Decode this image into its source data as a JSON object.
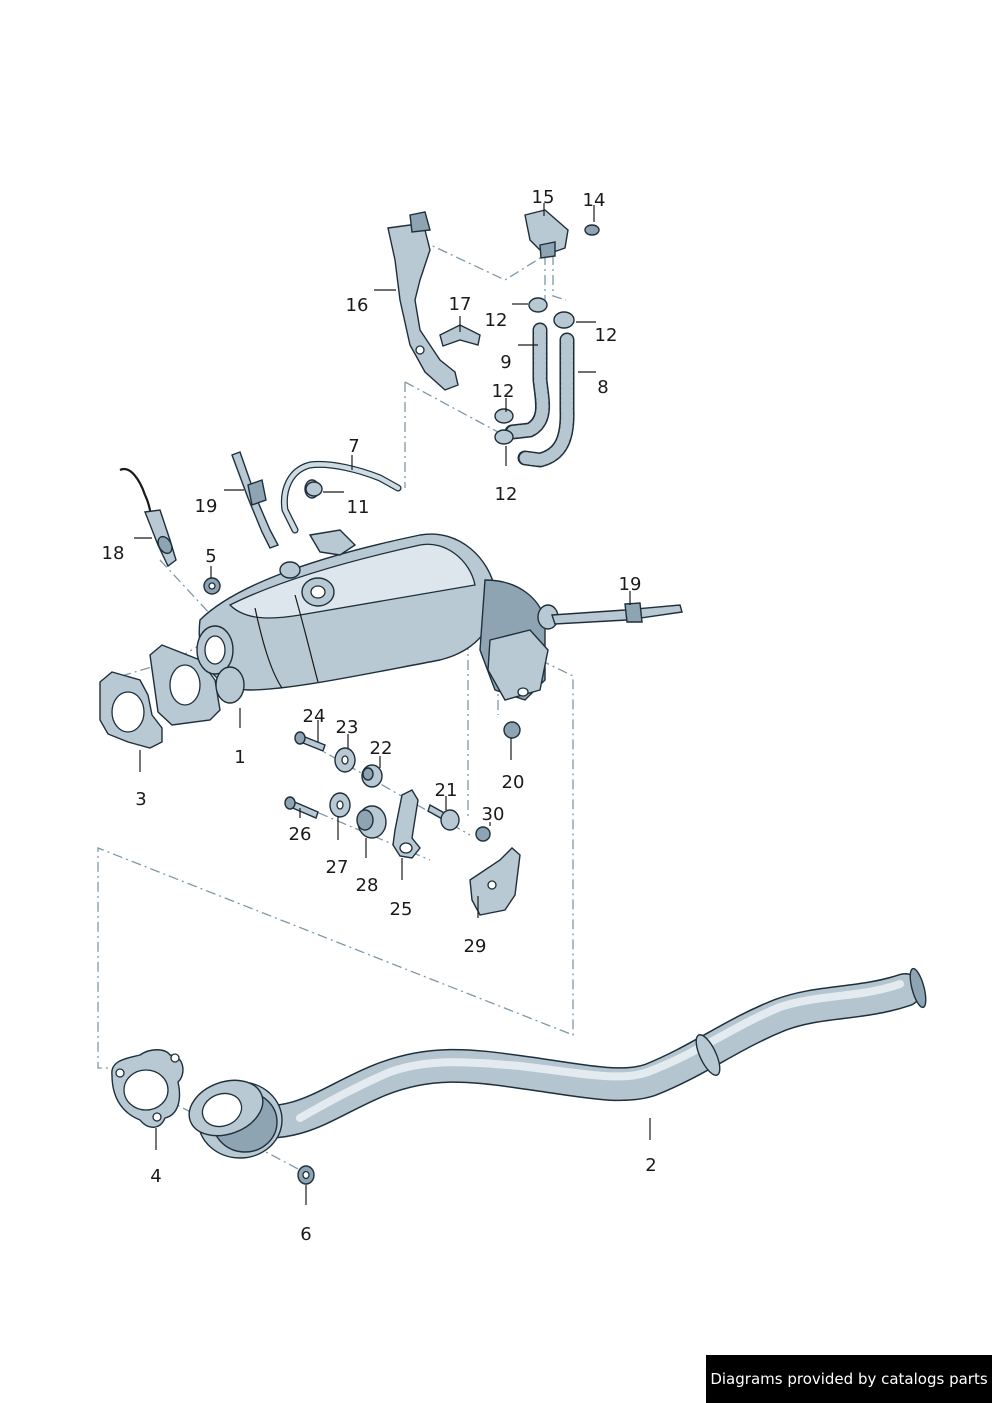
{
  "footer": {
    "text": "Diagrams provided by catalogs parts"
  },
  "callouts": [
    {
      "id": "c1",
      "label": "1"
    },
    {
      "id": "c2",
      "label": "2"
    },
    {
      "id": "c3",
      "label": "3"
    },
    {
      "id": "c4",
      "label": "4"
    },
    {
      "id": "c5",
      "label": "5"
    },
    {
      "id": "c6",
      "label": "6"
    },
    {
      "id": "c7",
      "label": "7"
    },
    {
      "id": "c8",
      "label": "8"
    },
    {
      "id": "c9",
      "label": "9"
    },
    {
      "id": "c11",
      "label": "11"
    },
    {
      "id": "c12a",
      "label": "12"
    },
    {
      "id": "c12b",
      "label": "12"
    },
    {
      "id": "c12c",
      "label": "12"
    },
    {
      "id": "c12d",
      "label": "12"
    },
    {
      "id": "c14",
      "label": "14"
    },
    {
      "id": "c15",
      "label": "15"
    },
    {
      "id": "c16",
      "label": "16"
    },
    {
      "id": "c17",
      "label": "17"
    },
    {
      "id": "c18",
      "label": "18"
    },
    {
      "id": "c19a",
      "label": "19"
    },
    {
      "id": "c19b",
      "label": "19"
    },
    {
      "id": "c20",
      "label": "20"
    },
    {
      "id": "c21",
      "label": "21"
    },
    {
      "id": "c22",
      "label": "22"
    },
    {
      "id": "c23",
      "label": "23"
    },
    {
      "id": "c24",
      "label": "24"
    },
    {
      "id": "c25",
      "label": "25"
    },
    {
      "id": "c26",
      "label": "26"
    },
    {
      "id": "c27",
      "label": "27"
    },
    {
      "id": "c28",
      "label": "28"
    },
    {
      "id": "c29",
      "label": "29"
    },
    {
      "id": "c30",
      "label": "30"
    }
  ]
}
